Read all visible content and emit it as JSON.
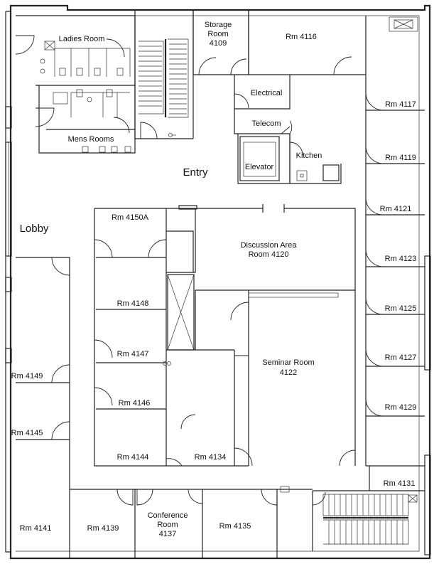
{
  "rooms": {
    "ladies_room": "Ladies Room",
    "mens_rooms": "Mens Rooms",
    "storage_room": [
      "Storage",
      "Room",
      "4109"
    ],
    "rm_4116": "Rm 4116",
    "electrical": "Electrical",
    "telecom": "Telecom",
    "kitchen": "Kitchen",
    "elevator": "Elevator",
    "entry": "Entry",
    "lobby": "Lobby",
    "rm_4117": "Rm 4117",
    "rm_4119": "Rm 4119",
    "rm_4121": "Rm 4121",
    "rm_4123": "Rm 4123",
    "rm_4125": "Rm 4125",
    "rm_4127": "Rm 4127",
    "rm_4129": "Rm 4129",
    "rm_4131": "Rm 4131",
    "rm_4150a": "Rm 4150A",
    "discussion_area": [
      "Discussion Area",
      "Room 4120"
    ],
    "rm_4148": "Rm 4148",
    "rm_4147": "Rm 4147",
    "rm_4146": "Rm 4146",
    "rm_4144": "Rm 4144",
    "rm_4134": "Rm 4134",
    "seminar_room": [
      "Seminar Room",
      "4122"
    ],
    "rm_4149": "Rm 4149",
    "rm_4145": "Rm 4145",
    "rm_4141": "Rm 4141",
    "rm_4139": "Rm 4139",
    "conference_room": [
      "Conference",
      "Room",
      "4137"
    ],
    "rm_4135": "Rm 4135"
  }
}
